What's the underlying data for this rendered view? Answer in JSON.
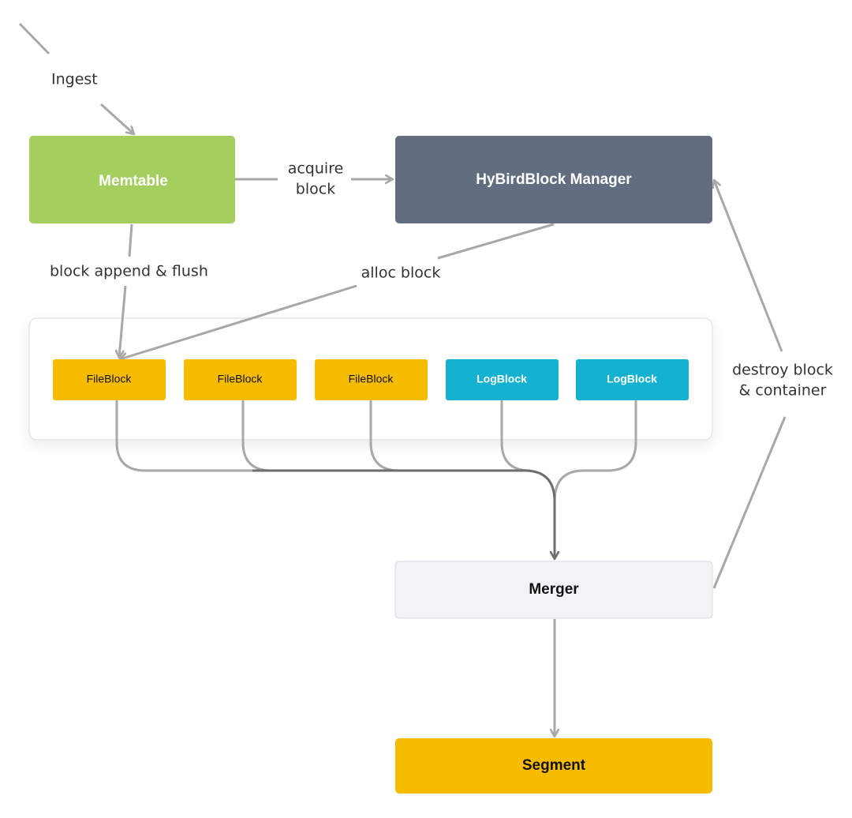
{
  "diagram": {
    "nodes": {
      "memtable": {
        "label": "Memtable",
        "color": "#a4cf5f",
        "text_color": "#ffffff"
      },
      "manager": {
        "label": "HyBirdBlock Manager",
        "color": "#626e80",
        "text_color": "#ffffff"
      },
      "merger": {
        "label": "Merger",
        "color": "#f2f3f7",
        "text_color": "#111111"
      },
      "segment": {
        "label": "Segment",
        "color": "#f7bc00",
        "text_color": "#111111"
      }
    },
    "container": {
      "color": "#ffffff",
      "border_color": "#e6e6e6"
    },
    "blocks": [
      {
        "label": "FileBlock",
        "kind": "file",
        "color": "#f7bc00"
      },
      {
        "label": "FileBlock",
        "kind": "file",
        "color": "#f7bc00"
      },
      {
        "label": "FileBlock",
        "kind": "file",
        "color": "#f7bc00"
      },
      {
        "label": "LogBlock",
        "kind": "log",
        "color": "#14b1d0"
      },
      {
        "label": "LogBlock",
        "kind": "log",
        "color": "#14b1d0"
      }
    ],
    "edge_labels": {
      "ingest": "Ingest",
      "acquire_line1": "acquire",
      "acquire_line2": "block",
      "append_flush": "block append & flush",
      "alloc": "alloc block",
      "destroy_line1": "destroy block",
      "destroy_line2": "& container"
    },
    "colors": {
      "edge": "#a8a8a8",
      "edge_dark": "#6e6e6e",
      "label_text": "#333333"
    }
  }
}
